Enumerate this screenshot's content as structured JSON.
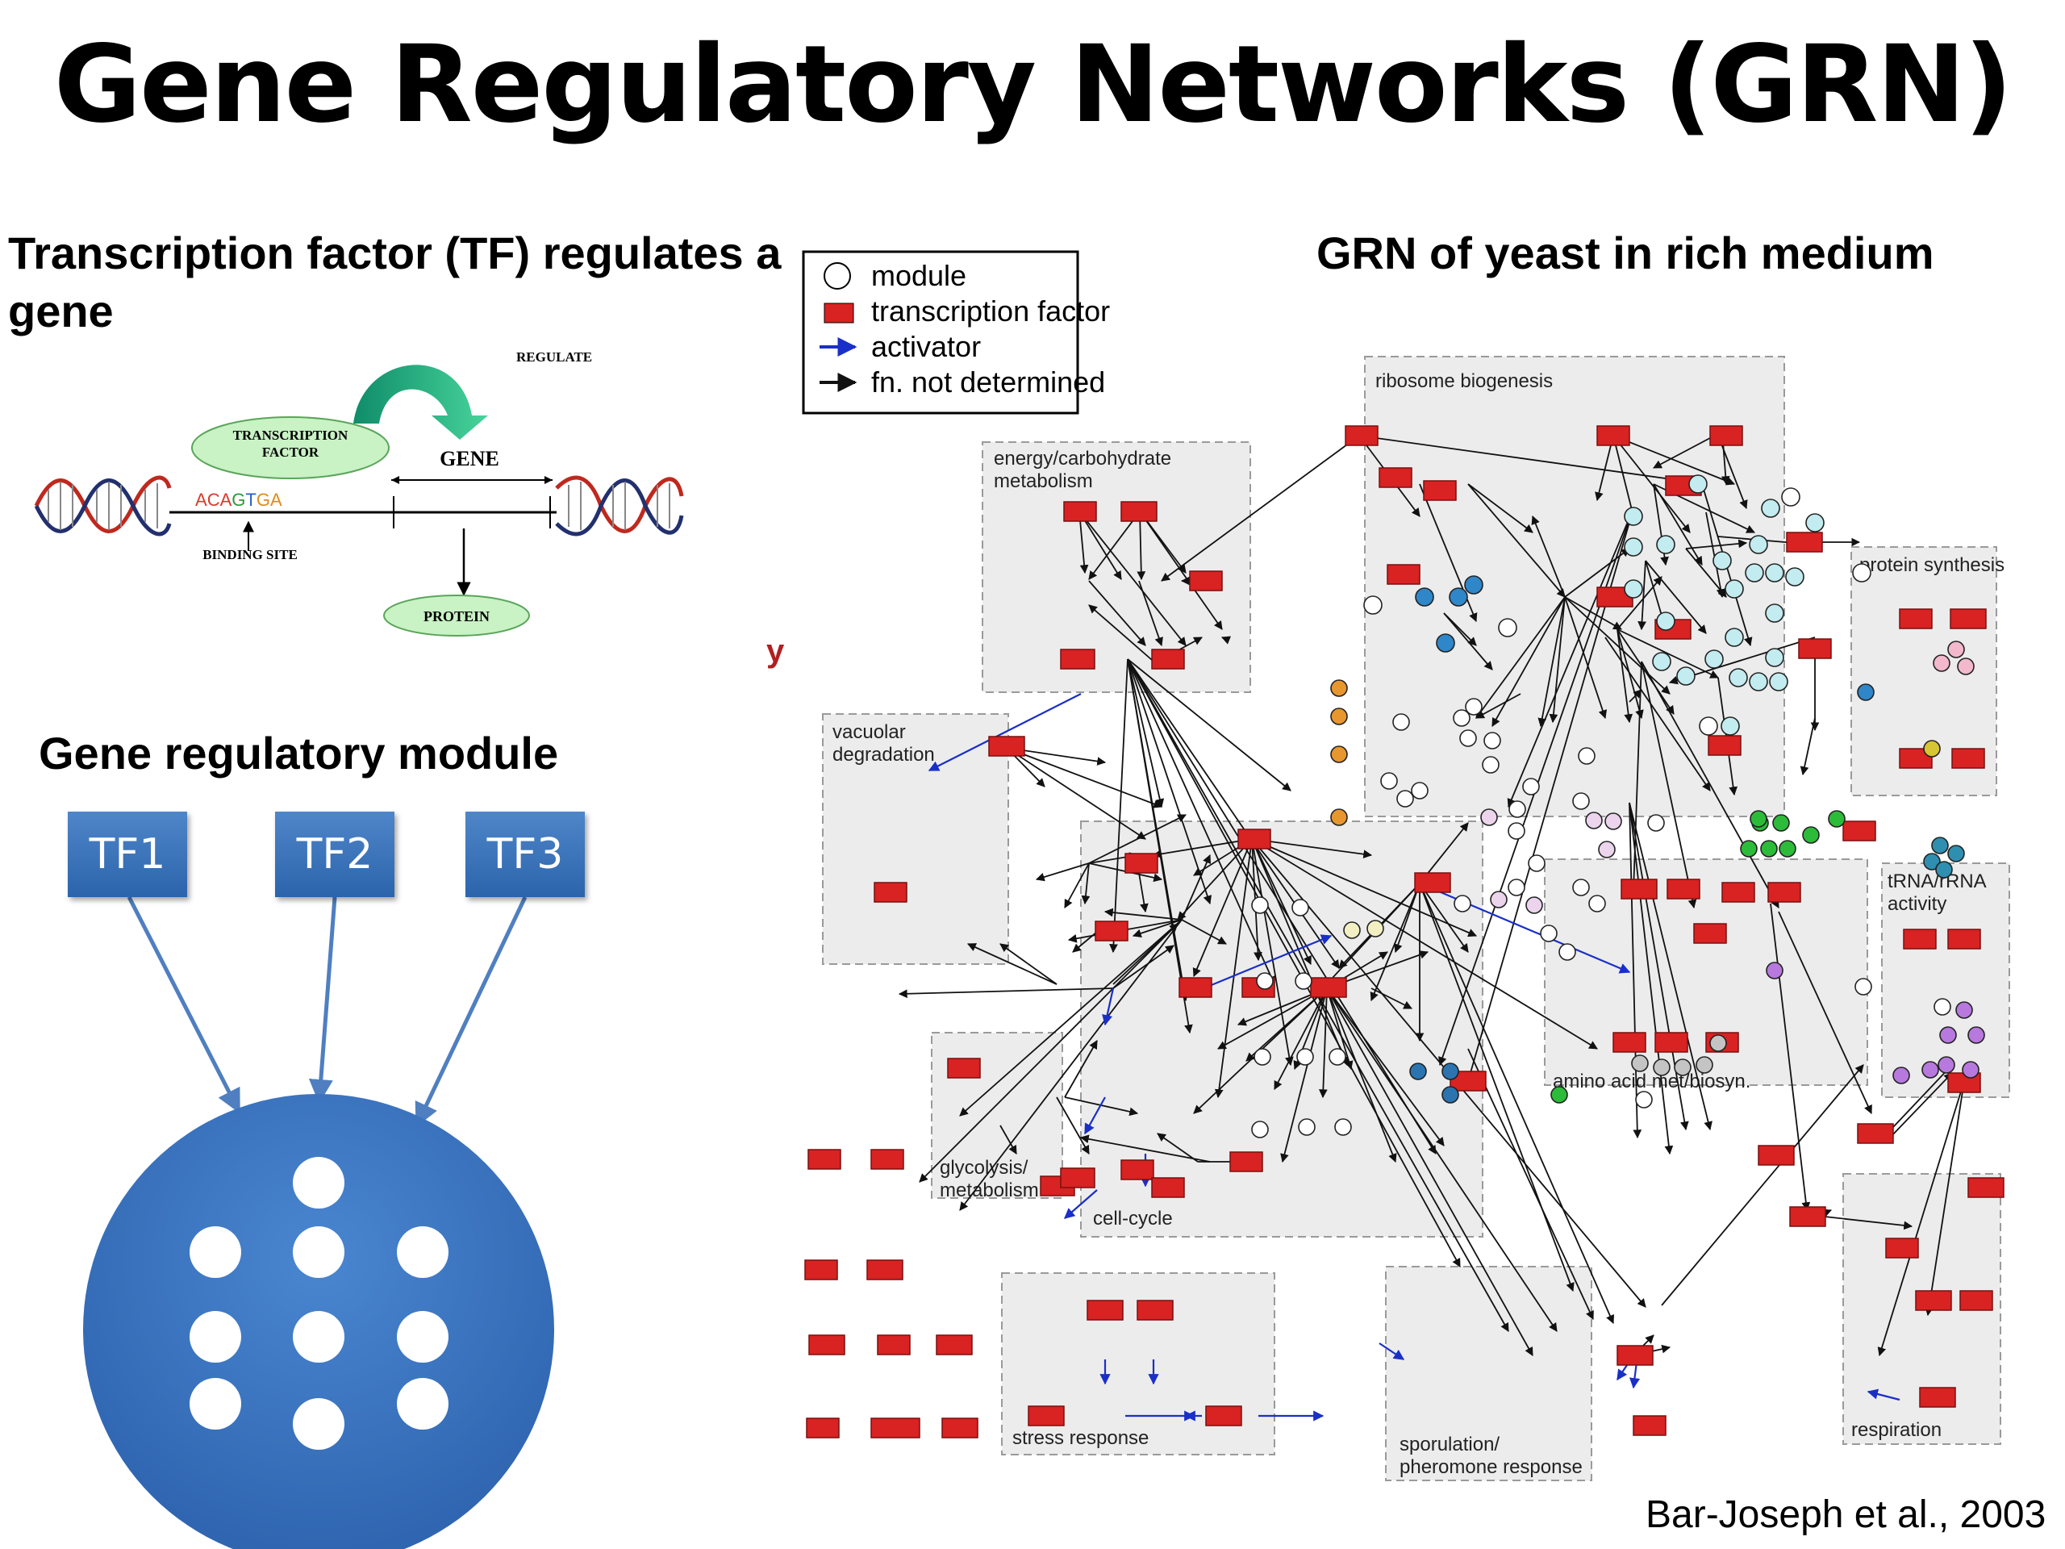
{
  "title": "Gene Regulatory Networks (GRN)",
  "left": {
    "heading": "Transcription factor (TF) regulates a gene",
    "diagram": {
      "regulate_label": "REGULATE",
      "tf_label_line1": "TRANSCRIPTION",
      "tf_label_line2": "FACTOR",
      "gene_label": "GENE",
      "sequence": [
        "A",
        "C",
        "A",
        "G",
        "T",
        "G",
        "A"
      ],
      "binding_site_label": "BINDING SITE",
      "protein_label": "PROTEIN"
    },
    "module_heading": "Gene regulatory module",
    "tf_boxes": [
      "TF1",
      "TF2",
      "TF3"
    ]
  },
  "right": {
    "heading": "GRN of yeast in rich medium",
    "stray_mark": "y",
    "legend": {
      "module": "module",
      "transcription_factor": "transcription factor",
      "activator": "activator",
      "not_determined": "fn. not determined"
    },
    "modules": {
      "ribosome": "ribosome biogenesis",
      "energy_1": "energy/carbohydrate",
      "energy_2": "metabolism",
      "protein_synthesis": "protein synthesis",
      "vacuolar_1": "vacuolar",
      "vacuolar_2": "degradation",
      "trna_1": "tRNA/rRNA",
      "trna_2": "activity",
      "amino": "amino acid met/biosyn.",
      "glycolysis_1": "glycolysis/",
      "glycolysis_2": "metabolism",
      "cell_cycle": "cell-cycle",
      "stress": "stress response",
      "sporulation_1": "sporulation/",
      "sporulation_2": "pheromone response",
      "respiration": "respiration"
    },
    "colors": {
      "tf_red": "#d92222",
      "ribosome": "#c2ecef",
      "energy": "#2f86c8",
      "vacuolar": "#e8962e",
      "protein": "#f3b8cb",
      "amino": "#2dbb3a",
      "trna": "#2f8fb0",
      "cell_cycle_pink": "#ecd4ec",
      "glycolysis": "#f2efc2",
      "stress": "#2b74b0",
      "sporulation": "#c4c4c4",
      "respiration": "#b779dd",
      "gene_node": "#3a6fb8"
    }
  },
  "citation": "Bar-Joseph et al., 2003"
}
